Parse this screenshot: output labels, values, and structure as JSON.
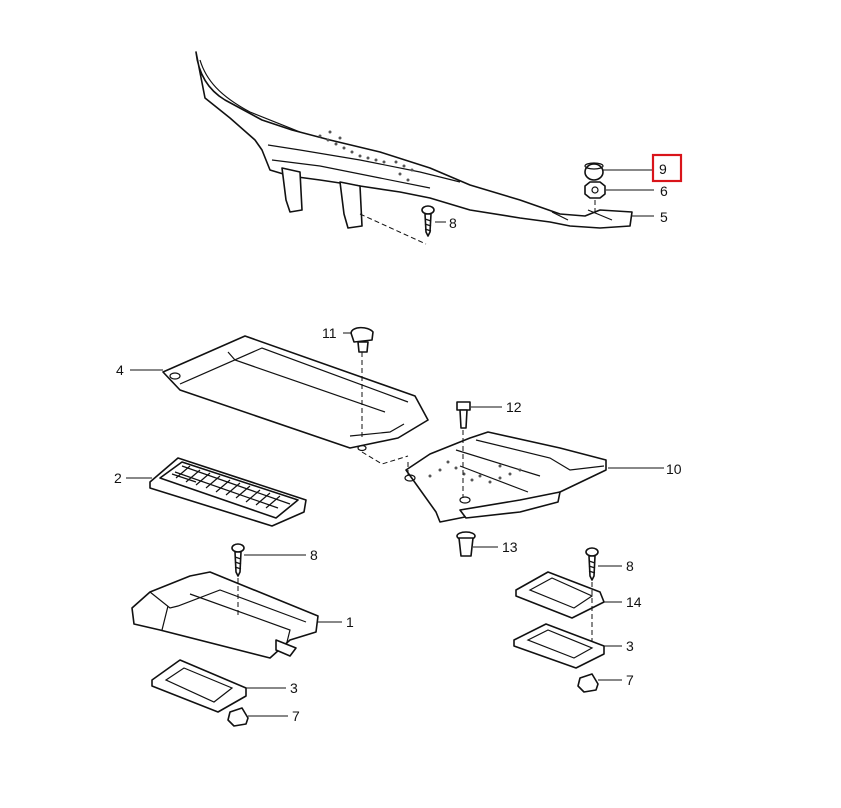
{
  "callouts": {
    "c9": "9",
    "c6": "6",
    "c5": "5",
    "c8_top": "8",
    "c11": "11",
    "c4": "4",
    "c12": "12",
    "c10": "10",
    "c2": "2",
    "c13": "13",
    "c8_mid": "8",
    "c1": "1",
    "c3_left": "3",
    "c7_left": "7",
    "c8_right": "8",
    "c14": "14",
    "c3_right": "3",
    "c7_right": "7"
  },
  "highlight_color": "#d9141a"
}
